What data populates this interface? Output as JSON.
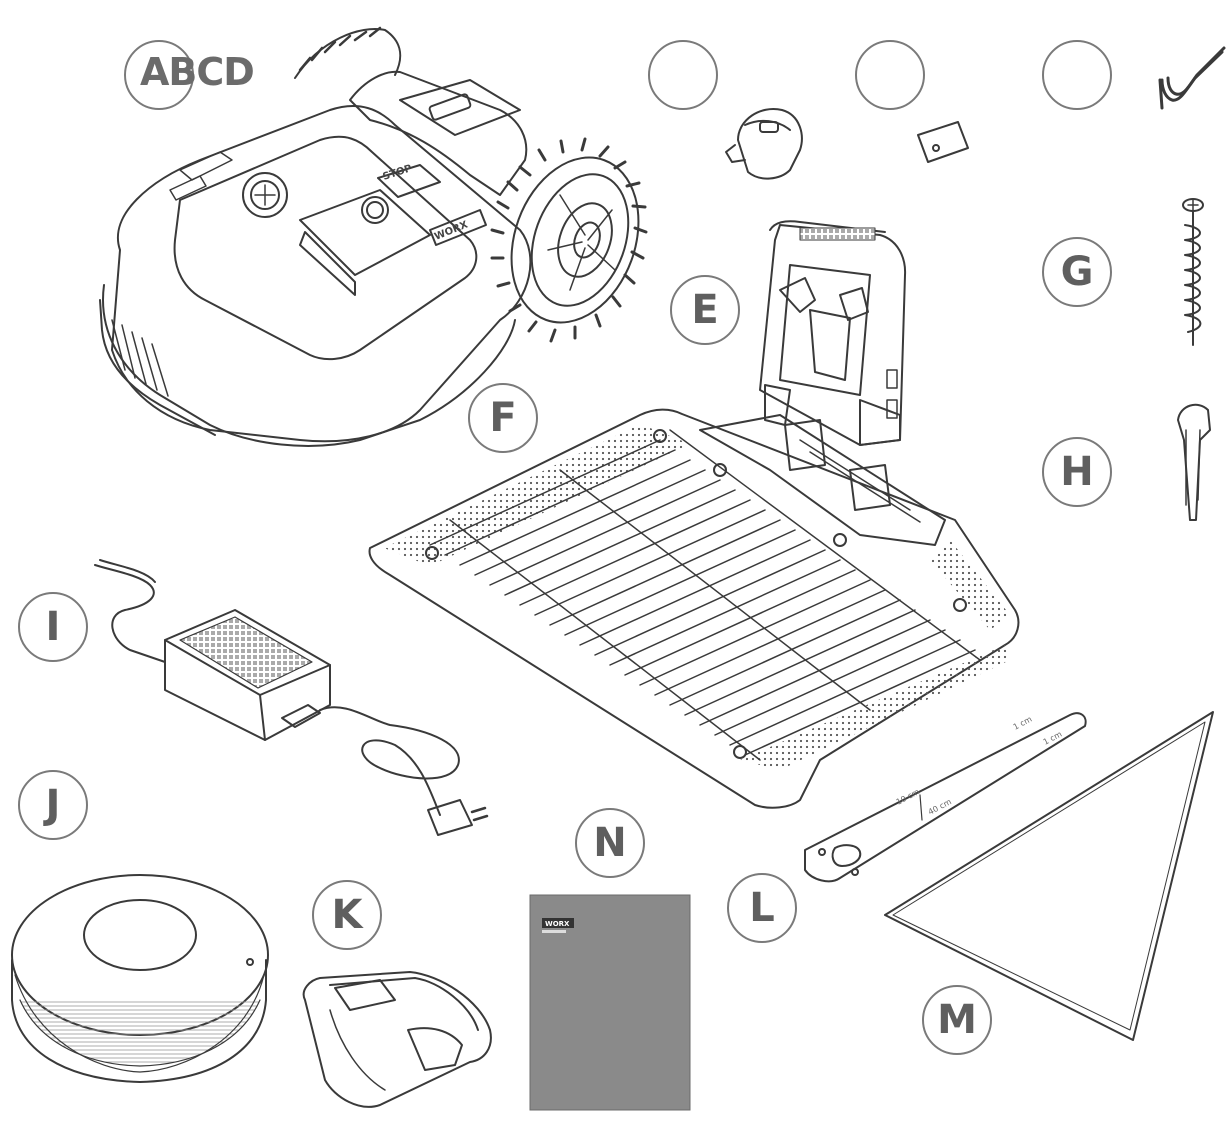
{
  "labels": {
    "abcd": "ABCD",
    "e": "E",
    "f": "F",
    "g": "G",
    "h": "H",
    "i": "I",
    "j": "J",
    "k": "K",
    "l": "L",
    "m": "M",
    "n": "N"
  },
  "mower": {
    "stop_text": "STOP",
    "brand_text": "WORX"
  },
  "manual": {
    "brand_text": "WORX"
  },
  "colors": {
    "line": "#3a3a3a",
    "label": "#6b6b6b",
    "manual_cover": "#8a8a8a"
  }
}
